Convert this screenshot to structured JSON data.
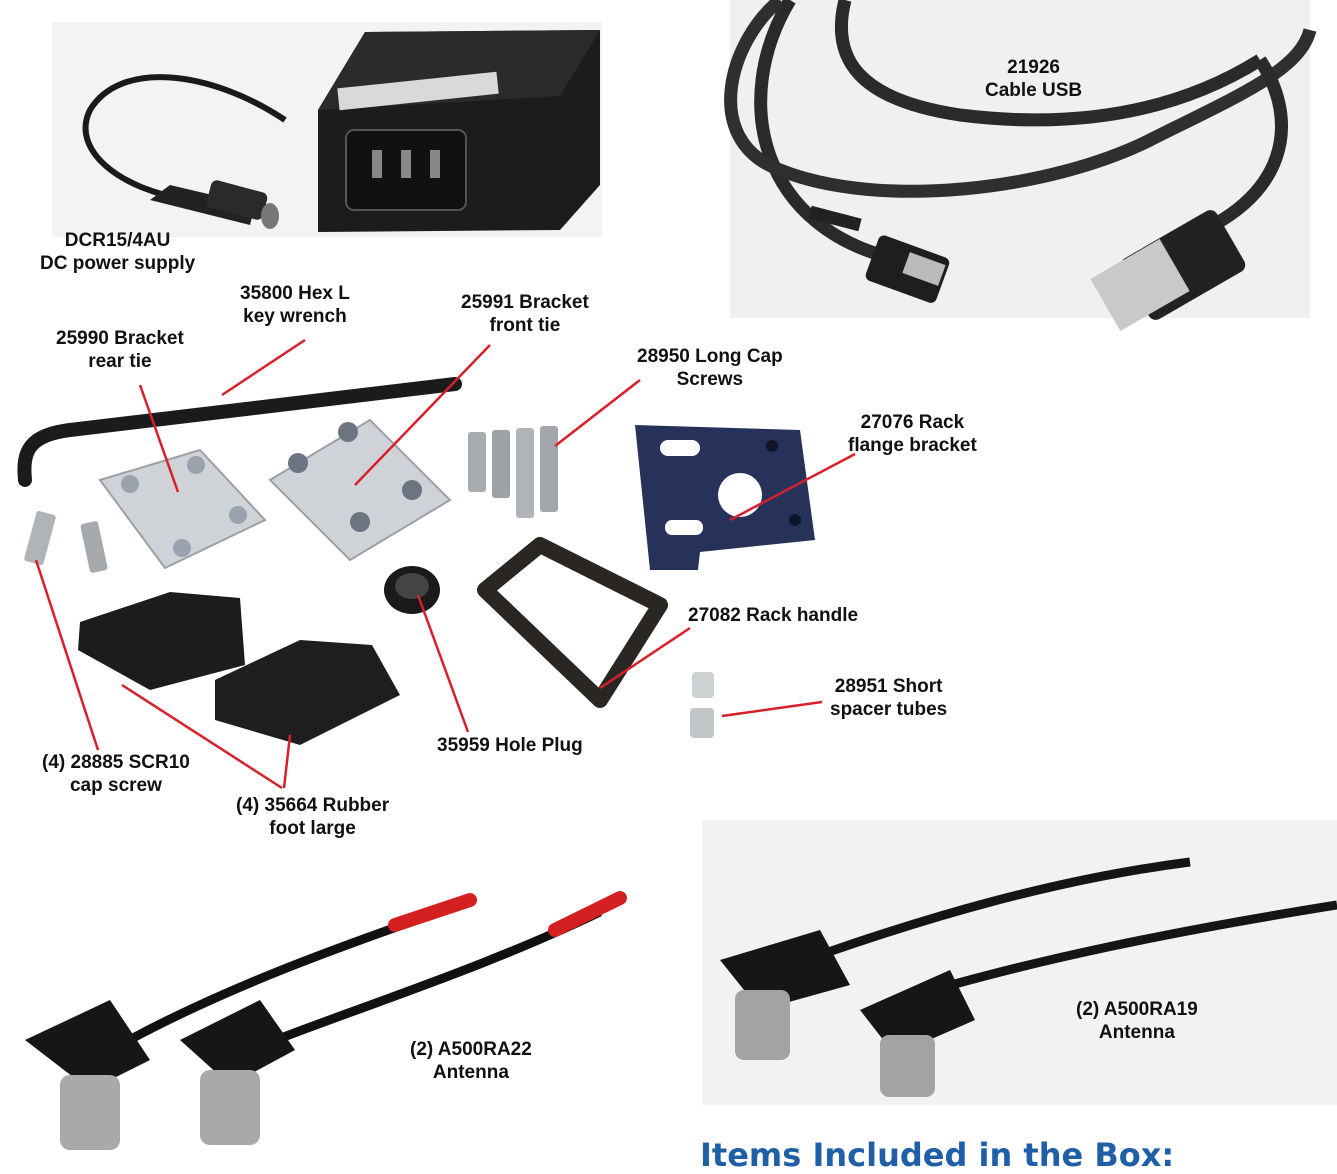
{
  "parts": {
    "power_supply": {
      "line1": "DCR15/4AU",
      "line2": "DC power supply"
    },
    "usb_cable": {
      "line1": "21926",
      "line2": "Cable USB"
    },
    "hex_wrench": {
      "line1": "35800 Hex L",
      "line2": "key wrench"
    },
    "bracket_rear": {
      "line1": "25990 Bracket",
      "line2": "rear tie"
    },
    "bracket_front": {
      "line1": "25991 Bracket",
      "line2": "front tie"
    },
    "long_cap_screws": {
      "line1": "28950 Long Cap",
      "line2": "Screws"
    },
    "rack_flange": {
      "line1": "27076 Rack",
      "line2": "flange bracket"
    },
    "rack_handle": {
      "line1": "27082 Rack handle"
    },
    "spacer_tubes": {
      "line1": "28951 Short",
      "line2": "spacer tubes"
    },
    "hole_plug": {
      "line1": "35959 Hole Plug"
    },
    "cap_screw": {
      "line1": "(4) 28885 SCR10",
      "line2": "cap screw"
    },
    "rubber_foot": {
      "line1": "(4) 35664 Rubber",
      "line2": "foot large"
    },
    "antenna_ra22": {
      "line1": "(2) A500RA22",
      "line2": "Antenna"
    },
    "antenna_ra19": {
      "line1": "(2) A500RA19",
      "line2": "Antenna"
    }
  },
  "heading": "Items Included in the Box:",
  "colors": {
    "callout": "#d8202a",
    "heading": "#1f5fa8",
    "rack_blue": "#27325a"
  }
}
